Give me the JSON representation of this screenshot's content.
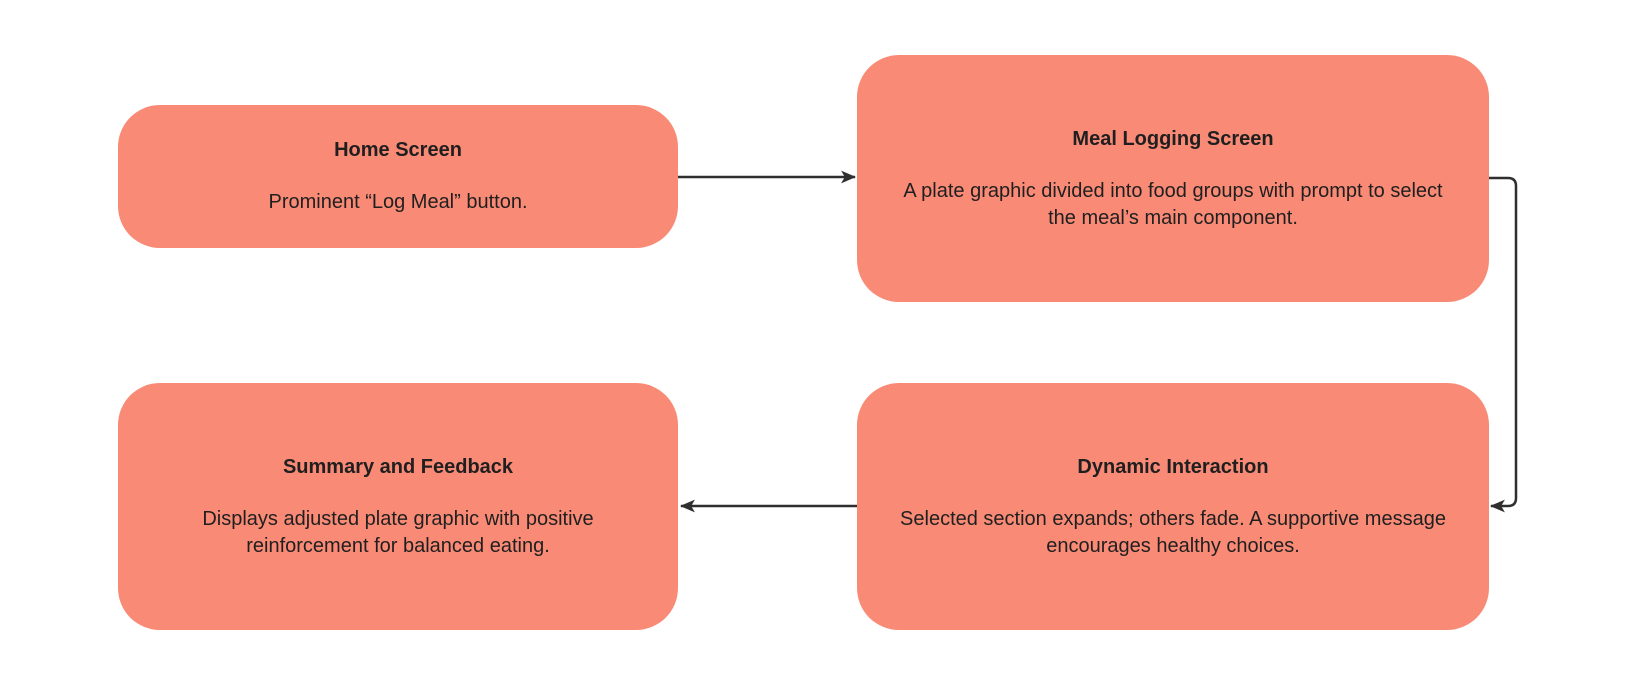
{
  "diagram": {
    "type": "flowchart",
    "background": "#ffffff",
    "node_fill": "#F98A76",
    "edge_color": "#2F2F2F",
    "text_color": "#1F1F1F",
    "nodes": [
      {
        "id": "home-screen",
        "title": "Home Screen",
        "description": "Prominent “Log Meal” button."
      },
      {
        "id": "meal-logging-screen",
        "title": "Meal Logging Screen",
        "description": "A plate graphic divided into food groups with prompt to select the meal’s main component."
      },
      {
        "id": "dynamic-interaction",
        "title": "Dynamic Interaction",
        "description": "Selected section expands; others fade. A supportive message encourages healthy choices."
      },
      {
        "id": "summary-and-feedback",
        "title": "Summary and Feedback",
        "description": "Displays adjusted plate graphic with positive reinforcement for balanced eating."
      }
    ],
    "edges": [
      {
        "from": "home-screen",
        "to": "meal-logging-screen",
        "direction": "right"
      },
      {
        "from": "meal-logging-screen",
        "to": "dynamic-interaction",
        "direction": "down"
      },
      {
        "from": "dynamic-interaction",
        "to": "summary-and-feedback",
        "direction": "left"
      }
    ]
  }
}
